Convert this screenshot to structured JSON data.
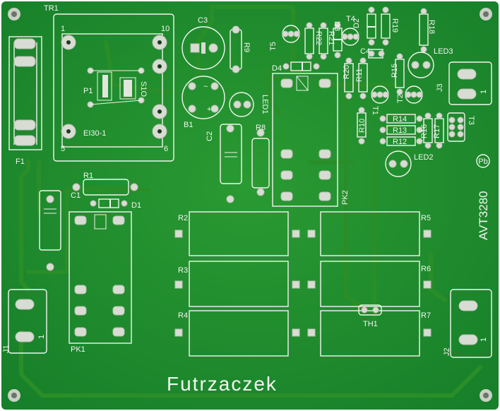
{
  "board": {
    "title": "Futrzaczek",
    "code": "AVT3280",
    "pb_mark": "Pb",
    "colors": {
      "board": "#1f8a2a",
      "silkscreen": "#f2f5ef",
      "pad": "#d8dcd3"
    }
  },
  "labels": {
    "TR1": "TR1",
    "transformer_type": "EI30-1",
    "P1": "P1",
    "S1O": "S1O",
    "pin1": "1",
    "pin10": "10",
    "pin5": "5",
    "pin6": "6",
    "F1": "F1",
    "B1": "B1",
    "C1": "C1",
    "C2": "C2",
    "C3": "C3",
    "C4": "C4",
    "D1": "D1",
    "D2": "D2",
    "D3": "D3",
    "D4": "D4",
    "R1": "R1",
    "R2": "R2",
    "R3": "R3",
    "R4": "R4",
    "R5": "R5",
    "R6": "R6",
    "R7": "R7",
    "R8": "R8",
    "R9": "R9",
    "R10": "R10",
    "R11": "R11",
    "R12": "R12",
    "R13": "R13",
    "R14": "R14",
    "R15": "R15",
    "R16": "R16",
    "R17": "R17",
    "R18": "R18",
    "R19": "R19",
    "R20": "R20",
    "R21": "R21",
    "R22": "R22",
    "T1": "T1",
    "T2": "T2",
    "T3": "T3",
    "T4": "T4",
    "T5": "T5",
    "LED1": "LED1",
    "LED2": "LED2",
    "LED3": "LED3",
    "PK1": "PK1",
    "PK2": "PK2",
    "TH1": "TH1",
    "J1": "J1",
    "J2": "J2",
    "J3": "J3",
    "one": "1"
  }
}
